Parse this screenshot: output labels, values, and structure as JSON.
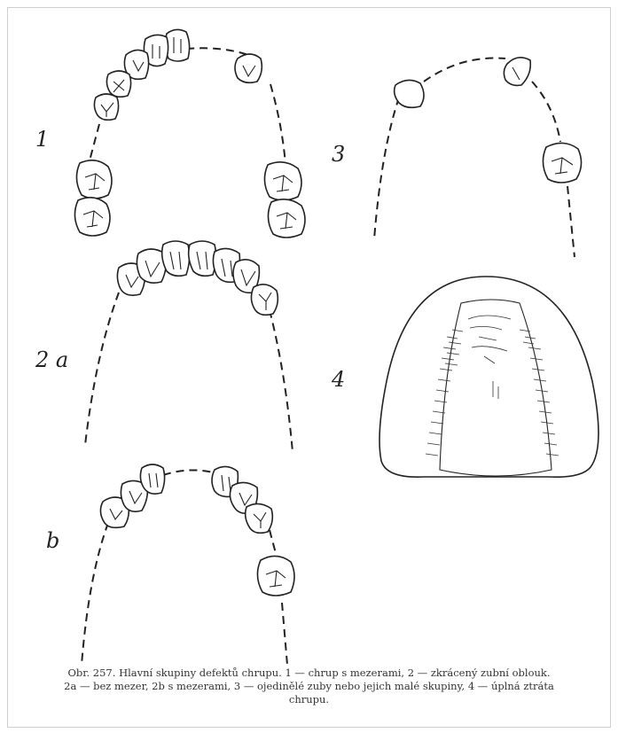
{
  "figure": {
    "labels": {
      "panel_1": "1",
      "panel_2a": "2 a",
      "panel_2b": "b",
      "panel_3": "3",
      "panel_4": "4"
    },
    "caption": {
      "line1": "Obr. 257. Hlavní skupiny defektů chrupu. 1 — chrup s mezerami, 2 — zkrácený zubní oblouk.",
      "line2": "2a — bez mezer, 2b s mezerami, 3 — ojedinělé zuby nebo jejich malé skupiny, 4 — úplná ztráta",
      "line3": "chrupu."
    }
  }
}
